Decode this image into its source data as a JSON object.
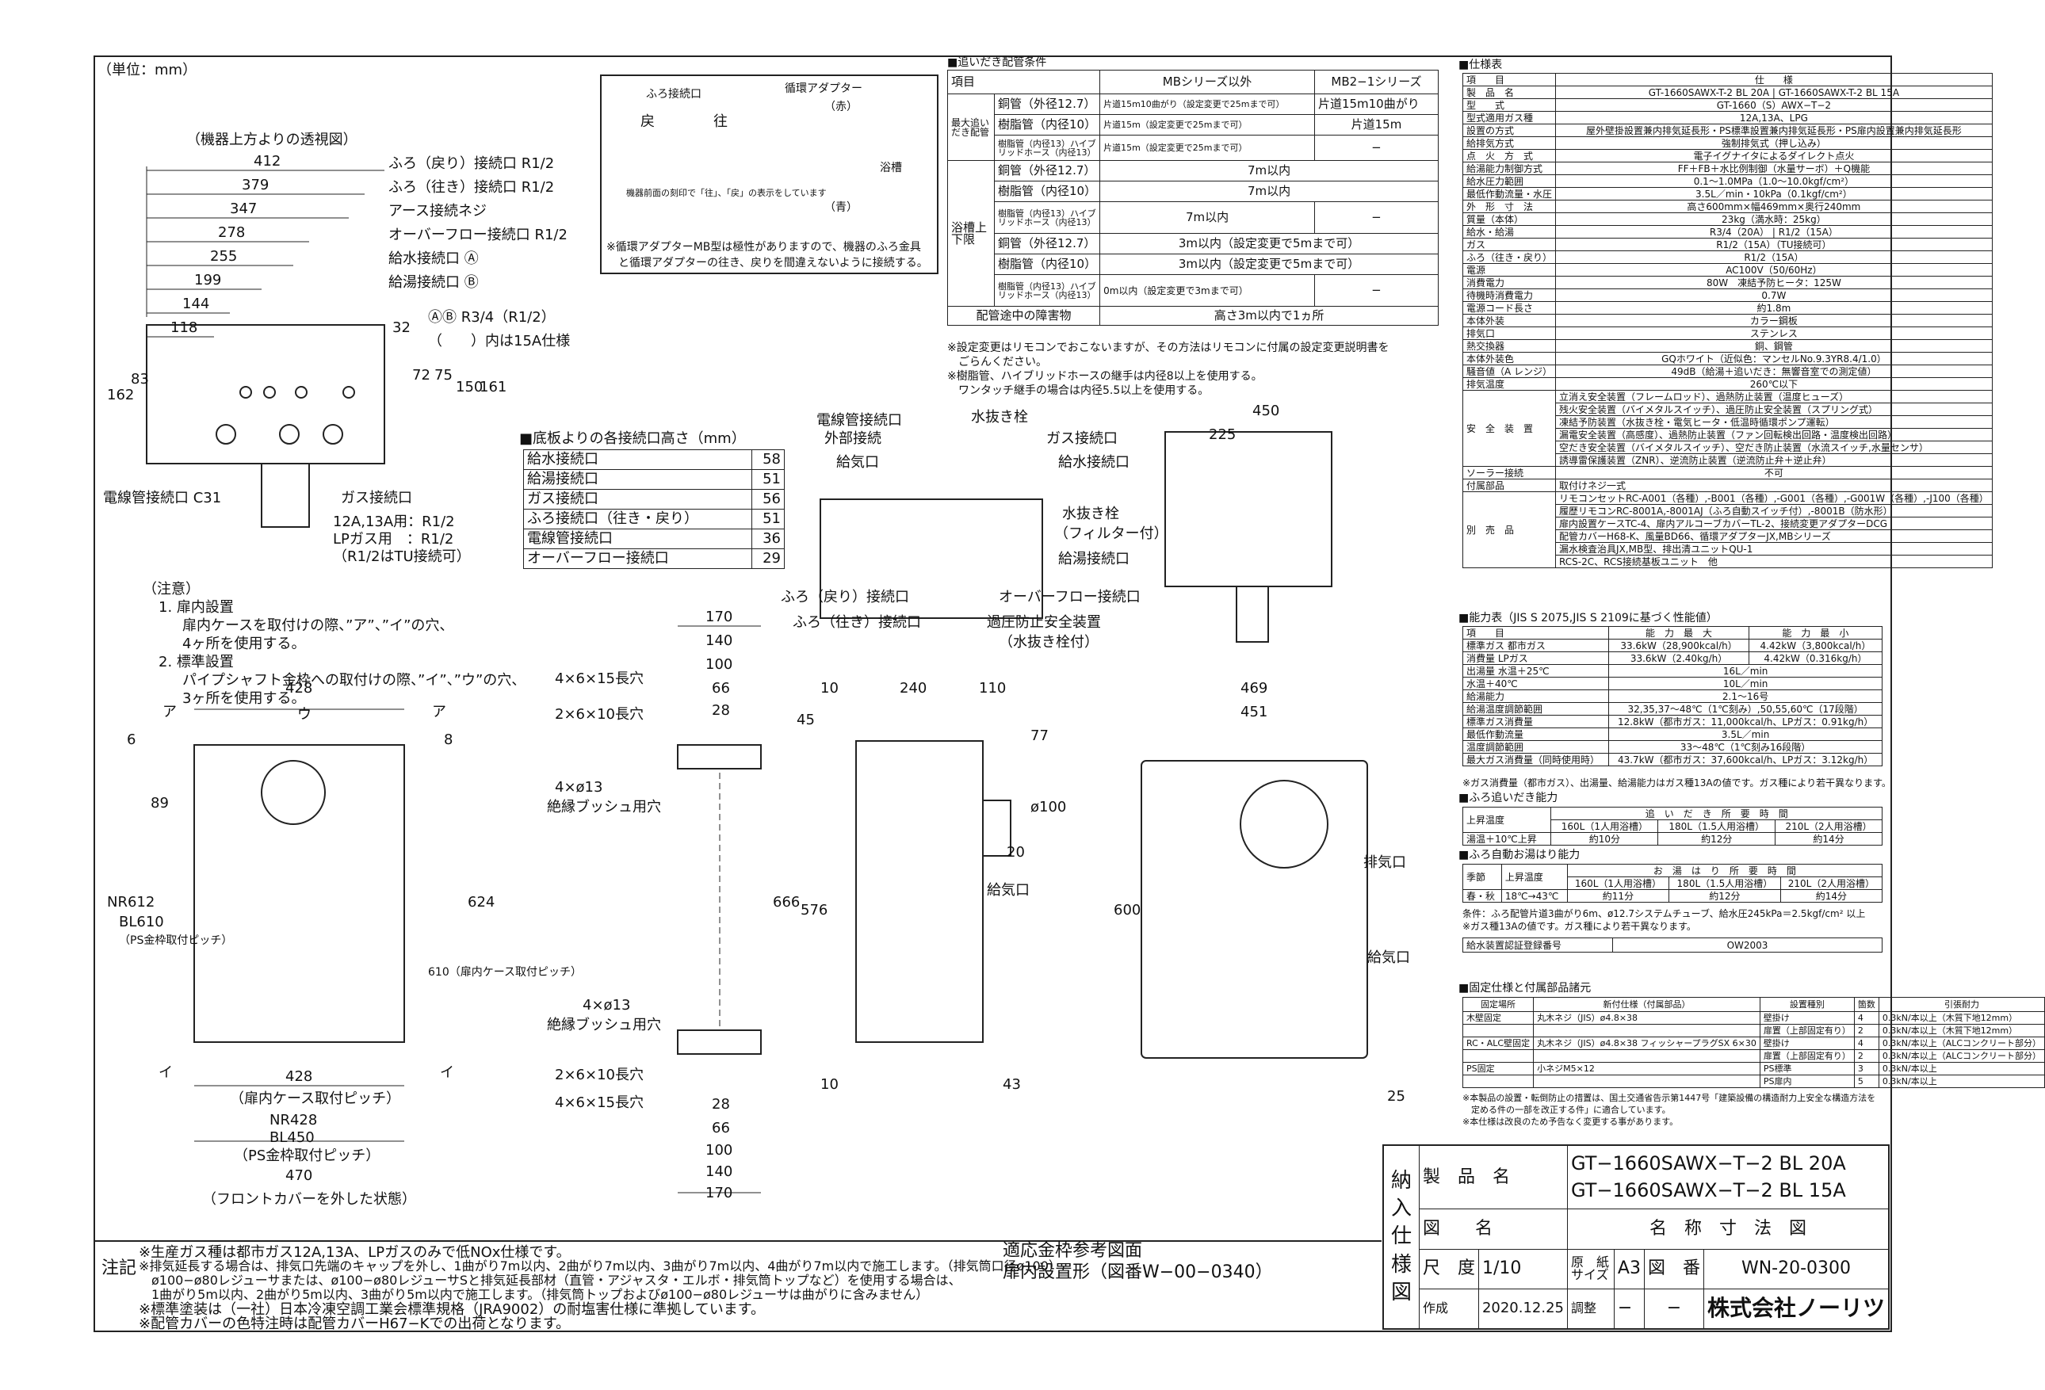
{
  "unit_label": "（単位：mm）",
  "top_view": {
    "caption": "（機器上方よりの透視図）",
    "dims": [
      "412",
      "379",
      "347",
      "278",
      "255",
      "199",
      "144",
      "118"
    ],
    "labels": [
      "ふろ（戻り）接続口 R1/2",
      "ふろ（往き）接続口 R1/2",
      "アース接続ネジ",
      "オーバーフロー接続口 R1/2",
      "給水接続口 Ⓐ",
      "給湯接続口 Ⓑ"
    ],
    "ab_note": "ⒶⒷ R3/4（R1/2）",
    "paren_note": "（　　）内は15A仕様",
    "vdims": [
      "162",
      "83",
      "32",
      "72",
      "75",
      "150",
      "161"
    ],
    "electric": "電線管接続口 C31",
    "gas": "ガス接続口",
    "gas_spec": [
      "12A,13A用：R1/2",
      "LPガス用　：R1/2",
      "（R1/2はTU接続可）"
    ]
  },
  "notes": {
    "title": "（注意）",
    "items": [
      "1. 扉内設置",
      "扉内ケースを取付けの際、”ア”、”イ”の穴、",
      "4ヶ所を使用する。",
      "2. 標準設置",
      "パイプシャフト金枠への取付けの際、”イ”、”ウ”の穴、",
      "3ヶ所を使用する。"
    ]
  },
  "base_heights": {
    "title": "■底板よりの各接続口高さ（mm）",
    "rows": [
      [
        "給水接続口",
        "58"
      ],
      [
        "給湯接続口",
        "51"
      ],
      [
        "ガス接続口",
        "56"
      ],
      [
        "ふろ接続口（往き・戻り）",
        "51"
      ],
      [
        "電線管接続口",
        "36"
      ],
      [
        "オーバーフロー接続口",
        "29"
      ]
    ]
  },
  "piping": {
    "title": "■追いだき配管条件",
    "adapter_label": "循環アダプター",
    "col1": "MBシリーズ以外",
    "col2": "MB2−1シリーズ",
    "item": "項目",
    "max": "最大追いだき配管",
    "rows": [
      [
        "銅管（外径12.7）",
        "片道15m10曲がり（設定変更で25mまで可）",
        "片道15m10曲がり"
      ],
      [
        "樹脂管（内径10）",
        "片道15m（設定変更で25mまで可）",
        "片道15m"
      ],
      [
        "樹脂管（内径13）ハイブリッドホース（内径13）",
        "片道15m（設定変更で25mまで可）",
        "−"
      ]
    ],
    "updown": "浴槽上下限",
    "upper": "上限",
    "lower": "下限",
    "up_rows": [
      [
        "銅管（外径12.7）",
        "7m以内"
      ],
      [
        "樹脂管（内径10）",
        "7m以内"
      ],
      [
        "樹脂管（内径13）ハイブリッドホース（内径13）",
        "7m以内",
        "−"
      ]
    ],
    "lo_rows": [
      [
        "銅管（外径12.7）",
        "3m以内（設定変更で5mまで可）"
      ],
      [
        "樹脂管（内径10）",
        "3m以内（設定変更で5mまで可）"
      ],
      [
        "樹脂管（内径13）ハイブリッドホース（内径13）",
        "0m以内（設定変更で3mまで可）",
        "−"
      ]
    ],
    "obstacle": [
      "配管途中の障害物",
      "高さ3m以内で1ヵ所"
    ],
    "notes": [
      "※設定変更はリモコンでおこないますが、その方法はリモコンに付属の設定変更説明書を",
      "　ごらんください。",
      "※樹脂管、ハイブリッドホースの継手は内径8以上を使用する。",
      "　ワンタッチ継手の場合は内径5.5以上を使用する。"
    ]
  },
  "adapter": {
    "furo": "ふろ接続口",
    "adapter": "循環アダプター",
    "red": "（赤）",
    "blue": "（青）",
    "tub": "浴槽",
    "back": "戻",
    "fwd": "往",
    "caption": "機器前面の刻印で「往」、「戻」の表示をしています",
    "note1": "※循環アダプターMB型は極性がありますので、機器のふろ金具",
    "note2": "と循環アダプターの往き、戻りを間違えないように接続する。"
  },
  "front_labels": [
    "電線管接続口",
    "外部接続",
    "給気口",
    "水抜き栓",
    "ガス接続口",
    "給水接続口",
    "水抜き栓",
    "（フィルター付）",
    "給湯接続口",
    "ふろ（戻り）接続口",
    "ふろ（往き）接続口",
    "オーバーフロー接続口",
    "過圧防止安全装置",
    "（水抜き栓付）"
  ],
  "side_view": {
    "dims": [
      "450",
      "225"
    ]
  },
  "front_view": {
    "dims": [
      "428",
      "428",
      "470",
      "6",
      "89",
      "8"
    ],
    "marks": [
      "ア",
      "ウ",
      "ア",
      "イ",
      "イ"
    ],
    "v": [
      "NR612",
      "BL610",
      "（PS金枠取付ピッチ）",
      "610（扉内ケース取付ピッチ）",
      "624"
    ],
    "b": [
      "（扉内ケース取付ピッチ）",
      "NR428",
      "BL450",
      "（PS金枠取付ピッチ）",
      "（フロントカバーを外した状態）"
    ]
  },
  "bracket": {
    "dims": [
      "170",
      "140",
      "100",
      "66",
      "28",
      "28",
      "66",
      "100",
      "140",
      "170"
    ],
    "labels": [
      "4×6×15長穴",
      "2×6×10長穴",
      "4×ø13",
      "絶縁ブッシュ用穴",
      "4×ø13",
      "絶縁ブッシュ用穴",
      "2×6×10長穴",
      "4×6×15長穴"
    ]
  },
  "side2": {
    "dims": [
      "10",
      "240",
      "110",
      "45",
      "77",
      "ø100",
      "20",
      "666",
      "576",
      "10",
      "43"
    ],
    "label": "給気口"
  },
  "front2": {
    "dims": [
      "469",
      "451",
      "600",
      "25"
    ],
    "labels": [
      "排気口",
      "給気口"
    ]
  },
  "spec": {
    "title": "■仕様表",
    "rows": [
      [
        "項　　目",
        "仕　　様"
      ],
      [
        "製　品　名",
        "GT-1660SAWX-T-2 BL 20A | GT-1660SAWX-T-2 BL 15A"
      ],
      [
        "型　　式",
        "GT-1660（S）AWX−T−2"
      ],
      [
        "型式適用ガス種",
        "12A,13A、LPG"
      ],
      [
        "設置の方式",
        "屋外壁掛設置兼内排気延長形・PS標準設置兼内排気延長形・PS扉内設置兼内排気延長形"
      ],
      [
        "給排気方式",
        "強制排気式（押し込み）"
      ],
      [
        "点　火　方　式",
        "電子イグナイタによるダイレクト点火"
      ],
      [
        "給湯能力制御方式",
        "FF＋FB＋水比例制御（水量サーボ）＋Q機能"
      ],
      [
        "給水圧力範囲",
        "0.1〜1.0MPa（1.0〜10.0kgf/cm²）"
      ],
      [
        "最低作動流量・水圧",
        "3.5L／min・10kPa（0.1kgf/cm²）"
      ],
      [
        "外　形　寸　法",
        "高さ600mm×幅469mm×奥行240mm"
      ],
      [
        "質量（本体）",
        "23kg（満水時：25kg）"
      ],
      [
        "給水・給湯",
        "R3/4（20A） | R1/2（15A）"
      ],
      [
        "ガス",
        "R1/2（15A）（TU接続可）"
      ],
      [
        "ふろ（往き・戻り）",
        "R1/2（15A）"
      ],
      [
        "電源",
        "AC100V（50/60Hz）"
      ],
      [
        "消費電力",
        "80W　凍結予防ヒータ：125W"
      ],
      [
        "待機時消費電力",
        "0.7W"
      ],
      [
        "電源コード長さ",
        "約1.8m"
      ],
      [
        "本体外装",
        "カラー鋼板"
      ],
      [
        "排気口",
        "ステンレス"
      ],
      [
        "熱交換器",
        "銅、鋼管"
      ],
      [
        "本体外装色",
        "GQホワイト（近似色：マンセルNo.9.3YR8.4/1.0）"
      ],
      [
        "騒音値（A レンジ）",
        "49dB（給湯＋追いだき：無響音室での測定値）"
      ],
      [
        "排気温度",
        "260℃以下"
      ]
    ],
    "safety": [
      "立消え安全装置（フレームロッド）、過熱防止装置（温度ヒューズ）",
      "残火安全装置（バイメタルスイッチ）、過圧防止安全装置（スプリング式）",
      "凍結予防装置（水抜き栓・電気ヒータ・低温時循環ポンプ運転）",
      "漏電安全装置（高感度）、過熱防止装置（ファン回転検出回路・温度検出回路）",
      "空だき安全装置（バイメタルスイッチ）、空だき防止装置（水流スイッチ,水量センサ）",
      "誘導雷保護装置（ZNR）、逆流防止装置（逆流防止弁＋逆止弁）"
    ],
    "safety_label": "安　全　装　置",
    "solar": [
      "ソーラー接続",
      "不可"
    ],
    "acc": [
      "付属部品",
      "取付けネジ一式"
    ],
    "option_label": "別　売　品",
    "options": [
      "リモコンセットRC-A001（各種）,-B001（各種）,-G001（各種）,-G001W（各種）,-J100（各種）",
      "履歴リモコンRC-8001A,-8001AJ（ふろ自動スイッチ付）,-8001B（防水形）",
      "扉内設置ケースTC-4、扉内アルコーブカバーTL-2、接続変更アダプターDCG",
      "配管カバーH68-K、風量BD66、循環アダプターJX,MBシリーズ",
      "漏水検査治具JX,MB型、排出清ユニットQU-1",
      "RCS-2C、RCS接続基板ユニット　他"
    ]
  },
  "capacity": {
    "title": "■能力表（JIS S 2075,JIS S 2109に基づく性能値）",
    "rows": [
      [
        "項　　目",
        "能　力　最　大",
        "能　力　最　小"
      ],
      [
        "標準ガス 都市ガス",
        "33.6kW（28,900kcal/h）",
        "4.42kW（3,800kcal/h）"
      ],
      [
        "消費量 LPガス",
        "33.6kW（2.40kg/h）",
        "4.42kW（0.316kg/h）"
      ],
      [
        "出湯量 水温＋25℃",
        "16L／min"
      ],
      [
        "水温＋40℃",
        "10L／min"
      ],
      [
        "給湯能力",
        "2.1〜16号"
      ],
      [
        "給湯温度調節範囲",
        "32,35,37〜48℃（1℃刻み）,50,55,60℃（17段階）"
      ],
      [
        "標準ガス消費量",
        "12.8kW（都市ガス：11,000kcal/h、LPガス：0.91kg/h）"
      ],
      [
        "最低作動流量",
        "3.5L／min"
      ],
      [
        "温度調節範囲",
        "33〜48℃（1℃刻み16段階）"
      ],
      [
        "最大ガス消費量（同時使用時）",
        "43.7kW（都市ガス：37,600kcal/h、LPガス：3.12kg/h）"
      ]
    ],
    "note": "※ガス消費量（都市ガス）、出湯量、給湯能力はガス種13Aの値です。ガス種により若干異なります。"
  },
  "reheat": {
    "title": "■ふろ追いだき能力",
    "h": [
      "上昇温度",
      "追　い　だ　き　所　要　時　間"
    ],
    "sub": [
      "160L（1人用浴槽）",
      "180L（1.5人用浴槽）",
      "210L（2人用浴槽）"
    ],
    "row": [
      "湯温＋10℃上昇",
      "約10分",
      "約12分",
      "約14分"
    ]
  },
  "auto_fill": {
    "title": "■ふろ自動お湯はり能力",
    "h": [
      "季節",
      "上昇温度",
      "お　湯　は　り　所　要　時　間"
    ],
    "sub": [
      "160L（1人用浴槽）",
      "180L（1.5人用浴槽）",
      "210L（2人用浴槽）"
    ],
    "row": [
      "春・秋",
      "18℃→43℃",
      "約11分",
      "約12分",
      "約14分"
    ],
    "notes": [
      "条件：ふろ配管片道3曲がり6m、ø12.7システムチューブ、給水圧245kPa＝2.5kgf/cm² 以上",
      "※ガス種13Aの値です。ガス種により若干異なります。"
    ]
  },
  "cert": [
    "給水装置認証登録番号",
    "OW2003"
  ],
  "fixing": {
    "title": "■固定仕様と付属部品諸元",
    "h": [
      "固定場所",
      "新付仕様（付属部品）",
      "設置種別",
      "箇数",
      "引張耐力"
    ],
    "rows": [
      [
        "木壁固定",
        "丸木ネジ（JIS）ø4.8×38",
        "壁掛け",
        "4",
        "0.3kN/本以上（木質下地12mm）"
      ],
      [
        "",
        "",
        "扉置（上部固定有り）",
        "2",
        "0.3kN/本以上（木質下地12mm）"
      ],
      [
        "RC・ALC壁固定",
        "丸木ネジ（JIS）ø4.8×38 フィッシャープラグSX 6×30",
        "壁掛け",
        "4",
        "0.3kN/本以上（ALCコンクリート部分）"
      ],
      [
        "",
        "",
        "扉置（上部固定有り）",
        "2",
        "0.3kN/本以上（ALCコンクリート部分）"
      ],
      [
        "PS固定",
        "小ネジM5×12",
        "PS標準",
        "3",
        "0.3kN/本以上"
      ],
      [
        "",
        "",
        "PS扉内",
        "5",
        "0.3kN/本以上"
      ]
    ],
    "notes": [
      "※本製品の設置・転倒防止の措置は、国土交通省告示第1447号「建築設備の構造耐力上安全な構造方法を",
      "　定める件の一部を改正する件」に適合しています。",
      "※本仕様は改良のため予告なく変更する事があります。"
    ]
  },
  "bottom_notes": {
    "label": "注記",
    "lines": [
      "※生産ガス種は都市ガス12A,13A、LPガスのみで低NOx仕様です。",
      "※排気延長する場合は、排気口先端のキャップを外し、1曲がり7m以内、2曲がり7m以内、3曲がり7m以内、4曲がり7m以内で施工します。（排気筒口径ø100）",
      "　ø100−ø80レジューサまたは、ø100−ø80レジューサSと排気延長部材（直管・アジャスタ・エルボ・排気筒トップなど）を使用する場合は、",
      "　1曲がり5m以内、2曲がり5m以内、3曲がり5m以内で施工します。（排気筒トップおよびø100−ø80レジューサは曲がりに含みません）",
      "※標準塗装は（一社）日本冷凍空調工業会標準規格（JRA9002）の耐塩害仕様に準拠しています。",
      "※配管カバーの色特注時は配管カバーH67−Kでの出荷となります。"
    ]
  },
  "ref": [
    "適応金枠参考図面",
    "扉内設置形（図番W−00−0340）"
  ],
  "title_block": {
    "vert": [
      "納",
      "入",
      "仕",
      "様",
      "図"
    ],
    "product_label": "製　品　名",
    "product": [
      "GT−1660SAWX−T−2 BL 20A",
      "GT−1660SAWX−T−2 BL 15A"
    ],
    "drawing_label": "図　　名",
    "drawing": "名　称　寸　法　図",
    "scale_label": "尺　度",
    "scale": "1/10",
    "paper_label": "原　紙サイズ",
    "paper": "A3",
    "no_label": "図　番",
    "no": "WN-20-0300",
    "made_label": "作成",
    "date": "2020.12.25",
    "adj_label": "調整",
    "dash1": "−",
    "dash2": "−",
    "company": "株式会社ノーリツ"
  }
}
